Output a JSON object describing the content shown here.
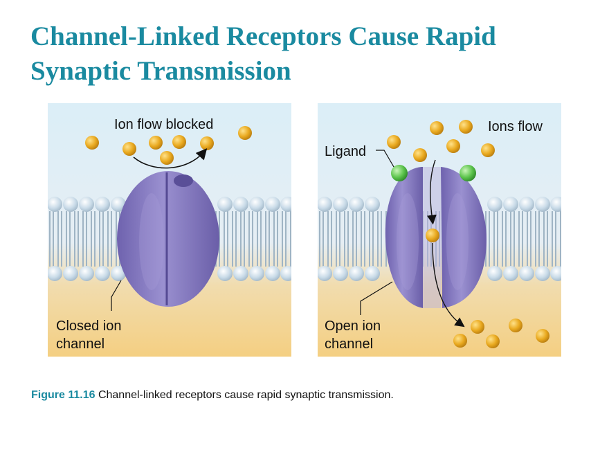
{
  "title": {
    "line1": "Channel-Linked Receptors Cause Rapid",
    "line2": "Synaptic Transmission"
  },
  "panels": {
    "closed": {
      "top_label": "Ion flow blocked",
      "channel_label_1": "Closed ion",
      "channel_label_2": "channel"
    },
    "open": {
      "top_label": "Ions flow",
      "ligand_label": "Ligand",
      "channel_label_1": "Open ion",
      "channel_label_2": "channel"
    }
  },
  "caption": {
    "figure": "Figure 11.16",
    "text": "Channel-linked receptors cause rapid synaptic transmission."
  },
  "colors": {
    "title": "#1a8aa0",
    "ion": "#e8a820",
    "ligand": "#5cc44c",
    "protein": "#8478c0",
    "extracellular": "#d9ecf5",
    "cytoplasm": "#f3d08a"
  }
}
